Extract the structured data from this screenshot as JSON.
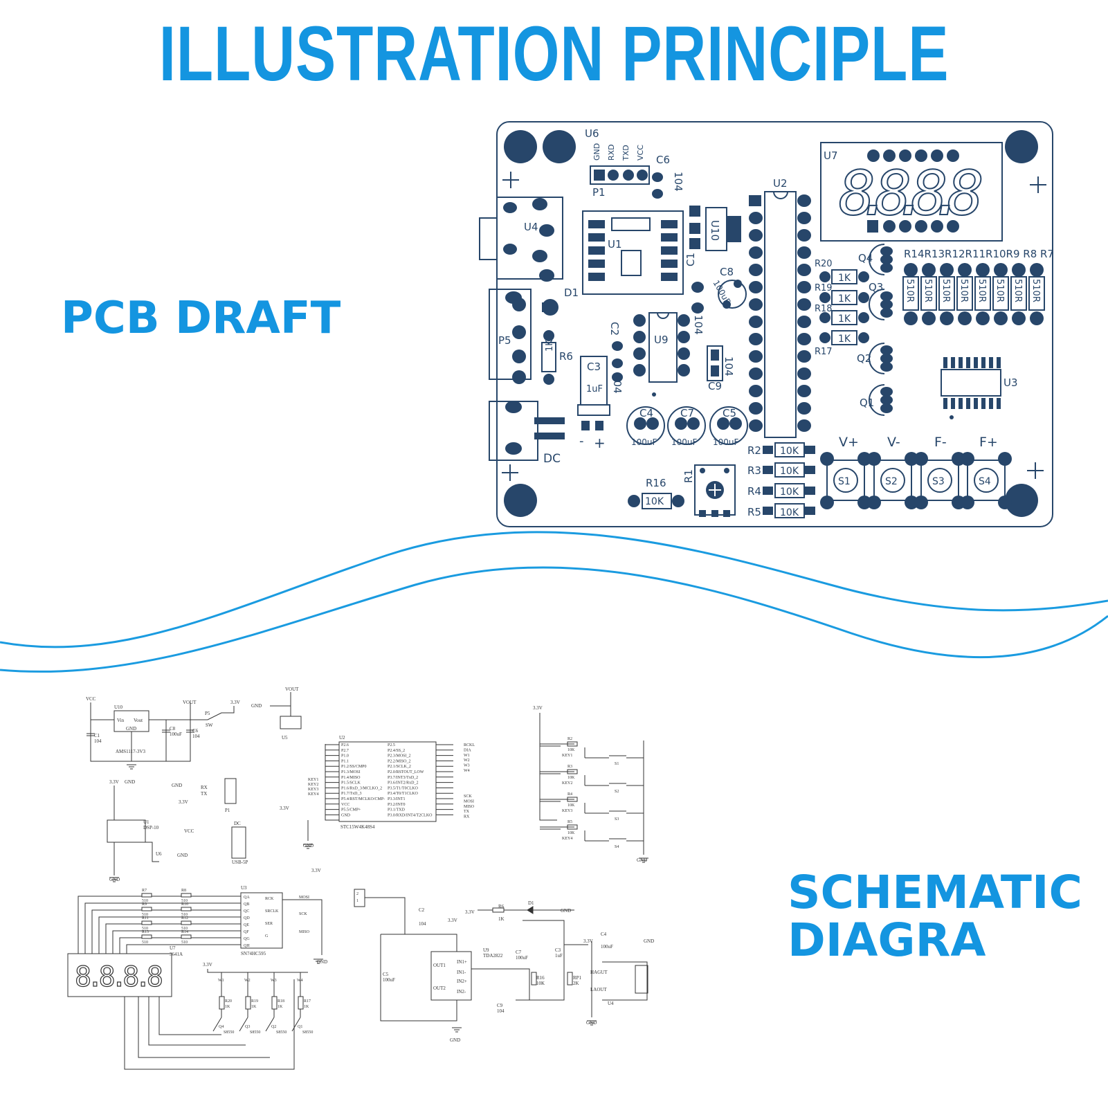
{
  "title": "ILLUSTRATION PRINCIPLE",
  "labels": {
    "pcb": "PCB DRAFT",
    "schematic_line1": "SCHEMATIC",
    "schematic_line2": "DIAGRA"
  },
  "colors": {
    "accent": "#1495e0",
    "pcb_dark": "#27466a",
    "schematic_line": "#333333"
  },
  "pcb": {
    "ref_u6": "U6",
    "ref_p1": "P1",
    "ref_c6": "C6",
    "c6_val": "104",
    "p1_pins": [
      "GND",
      "RXD",
      "TXD",
      "VCC"
    ],
    "ref_u7": "U7",
    "ref_u2": "U2",
    "ref_u4": "U4",
    "ref_u1": "U1",
    "ref_u10": "U10",
    "ref_c1": "C1",
    "c1_val": "104",
    "ref_c8": "C8",
    "c8_val": "100uF",
    "ref_d1": "D1",
    "ref_p5": "P5",
    "ref_r6": "R6",
    "r6_val": "1K",
    "ref_c2": "C2",
    "c2_val": "104",
    "ref_c3": "C3",
    "c3_val": "1uF",
    "ref_u9": "U9",
    "ref_c9": "C9",
    "c9_val": "104",
    "ref_c4": "C4",
    "c4_val": "100uF",
    "ref_c7": "C7",
    "c7_val": "100uF",
    "ref_c5": "C5",
    "c5_val": "100uF",
    "ref_dc": "DC",
    "minus": "-",
    "plus": "+",
    "ref_r16": "R16",
    "r16_val": "10K",
    "ref_r1": "R1",
    "r_left_refs": [
      "R2",
      "R3",
      "R4",
      "R5"
    ],
    "r_left_val": "10K",
    "q_refs": [
      "Q4",
      "Q3",
      "Q2",
      "Q1"
    ],
    "r_mid_refs": [
      "R20",
      "R19",
      "R18",
      "R17"
    ],
    "r_mid_val": "1K",
    "r_top_refs": "R14R13R12R11R10R9 R8 R7",
    "r_top_val": "510R",
    "ref_u3": "U3",
    "btn_labels": [
      "V+",
      "V-",
      "F-",
      "F+"
    ],
    "btn_refs": [
      "S1",
      "S2",
      "S3",
      "S4"
    ],
    "display_digits": "8.8.8.8"
  },
  "schematic": {
    "vcc": "VCC",
    "vout": "VOUT",
    "v33": "3.3V",
    "gnd": "GND",
    "u10": "U10",
    "u10_part": "AMS1117-3V3",
    "vin": "Vin",
    "vout_pin": "Vout",
    "c1": "C1",
    "c1_val": "104",
    "c8": "C8",
    "c8_val": "100uF",
    "c6": "C6",
    "c6_val": "104",
    "p5": "P5",
    "sw": "SW",
    "u5": "U5",
    "u2": "U2",
    "u2_part": "STC15W4K48S4",
    "u2_left_pins": [
      "P2.6",
      "P2.7",
      "P1.0",
      "P1.1",
      "P1.2/SS/CMP0",
      "P1.3/MOSI",
      "P1.4/MISO",
      "P1.5/SCLK",
      "P1.6/RxD_3/MCLKO_2",
      "P1.7/TxD_3",
      "P5.4/RST/MCLKO/CMP-",
      "VCC",
      "P5.5/CMP+",
      "GND"
    ],
    "u2_right_pins": [
      "P2.5",
      "P2.4/SS_2",
      "P2.3/MOSI_2",
      "P2.2/MISO_2",
      "P2.1/SCLK_2",
      "P2.0/RSTOUT_LOW",
      "P3.7/INT3/TxD_2",
      "P3.6/INT2/RxD_2",
      "P3.5/T1/T0CLKO",
      "P3.4/T0/T1CLKO",
      "P3.3/INT1",
      "P3.2/INT0",
      "P3.1/TXD",
      "P3.0/RXD/INT4/T2CLKO"
    ],
    "u2_right_nets": [
      "RCKL",
      "DIA",
      "W1",
      "W2",
      "W3",
      "W4",
      "",
      "",
      "",
      "",
      "SCK",
      "MOSI",
      "MISO",
      "TX",
      "RX"
    ],
    "keys": [
      "KEY1",
      "KEY2",
      "KEY3",
      "KEY4"
    ],
    "key_res": [
      "R2",
      "R3",
      "R4",
      "R5"
    ],
    "key_res_val": "10K",
    "switches": [
      "S1",
      "S2",
      "S3",
      "S4"
    ],
    "p1": "P1",
    "rx": "RX",
    "tx": "TX",
    "u1": "U1",
    "u1_part": "DSP-10",
    "u6": "U6",
    "dc": "DC",
    "dc_part": "USB-5P",
    "u3": "U3",
    "u3_part": "SN74HC595",
    "u3_pins": [
      "QA",
      "QB",
      "QC",
      "QD",
      "QE",
      "QF",
      "QG",
      "QH"
    ],
    "u3_right": [
      "RCK",
      "SRCLK",
      "SER",
      "G"
    ],
    "res_510": "510",
    "seg_res": [
      "R7",
      "R8",
      "R9",
      "R10",
      "R11",
      "R12",
      "R13",
      "R14"
    ],
    "u7": "U7",
    "u7_part": "3641A",
    "display": "8.8.8.8",
    "q_refs": [
      "Q4",
      "Q3",
      "Q2",
      "Q1"
    ],
    "q_part": "S8550",
    "w_refs": [
      "W1",
      "W2",
      "W3",
      "W4"
    ],
    "w_res": [
      "R20",
      "R19",
      "R18",
      "R17"
    ],
    "w_res_val": "1K",
    "c2": "C2",
    "c2_val": "104",
    "c5": "C5",
    "c5_val": "100uF",
    "u9": "U9",
    "u9_part": "TDA2822",
    "u9_pins": [
      "OUT1",
      "OUT2",
      "IN1+",
      "IN1-",
      "IN2+",
      "IN2-"
    ],
    "c7": "C7",
    "c7_val": "100uF",
    "c3": "C3",
    "c3_val": "1uF",
    "r6": "R6",
    "r6_val": "1K",
    "d1": "D1",
    "r_pot": "RP1",
    "r_pot_val": "2K",
    "c4": "C4",
    "c4_val": "100uF",
    "c9": "C9",
    "c9_val": "104",
    "r_m": "R16",
    "r_m_val": "10K",
    "u4": "U4",
    "hagut": "HAGUT",
    "laout": "LAOUT"
  }
}
